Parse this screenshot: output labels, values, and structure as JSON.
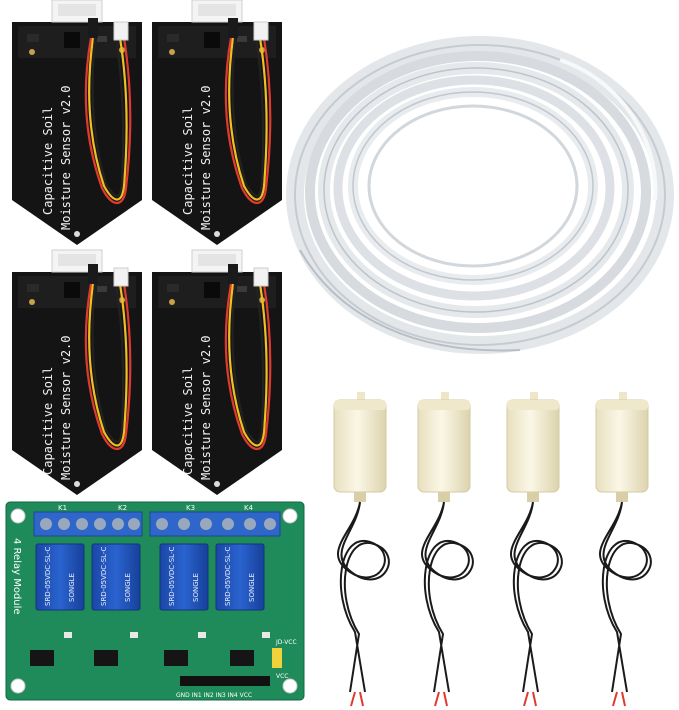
{
  "sensors": [
    {
      "line1": "Capacitive Soil",
      "line2": "Moisture Sensor v2.0"
    },
    {
      "line1": "Capacitive Soil",
      "line2": "Moisture Sensor v2.0"
    },
    {
      "line1": "Capacitive Soil",
      "line2": "Moisture Sensor v2.0"
    },
    {
      "line1": "Capacitive Soil",
      "line2": "Moisture Sensor v2.0"
    }
  ],
  "relay_board": {
    "module_label": "4 Relay Module",
    "relay_labels": [
      "K1",
      "K2",
      "K3",
      "K4"
    ],
    "relay_model": "SRD-05VDC-SL-C",
    "relay_brand": "SONGLE",
    "pins_label": "GND IN1 IN2 IN3 IN4 VCC",
    "jumper_label": "JD-VCC",
    "vcc_label": "VCC"
  },
  "colors": {
    "sensor_board": "#141414",
    "relay_pcb": "#1f8a5a",
    "relay_body": "#1f52b8",
    "terminal": "#2f66c9",
    "pump_body": "#f2ecd2",
    "tubing": "#d9dde2"
  }
}
